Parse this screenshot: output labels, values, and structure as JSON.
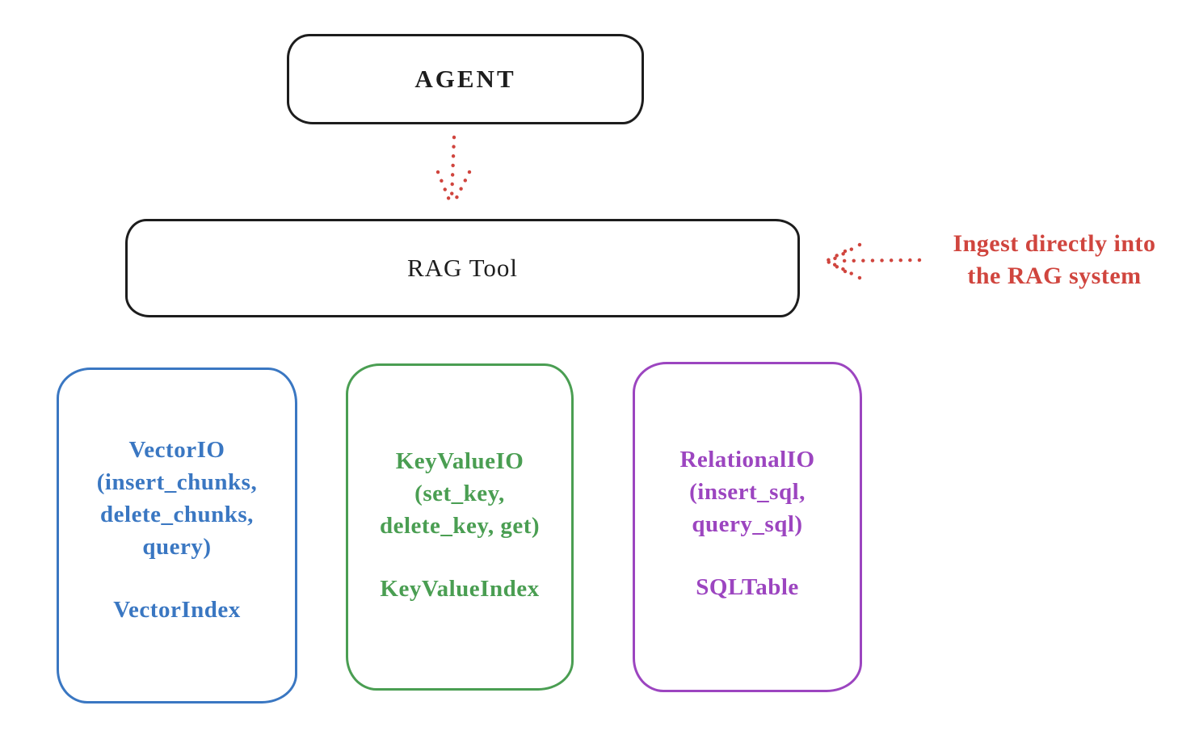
{
  "diagram": {
    "nodes": {
      "agent": {
        "label": "AGENT"
      },
      "rag_tool": {
        "label": "RAG Tool"
      },
      "vector_io": {
        "label": "VectorIO\n(insert_chunks,\ndelete_chunks,\nquery)",
        "index": "VectorIndex",
        "color": "#3a77c2"
      },
      "key_value_io": {
        "label": "KeyValueIO\n(set_key,\ndelete_key, get)",
        "index": "KeyValueIndex",
        "color": "#4a9e52"
      },
      "relational_io": {
        "label": "RelationalIO\n(insert_sql,\nquery_sql)",
        "index": "SQLTable",
        "color": "#9c45c0"
      }
    },
    "annotation": {
      "label": "Ingest directly into\nthe RAG system",
      "color": "#d0453e"
    },
    "edges": [
      {
        "from": "agent",
        "to": "rag_tool",
        "style": "dotted-arrow",
        "color": "#d0453e"
      },
      {
        "from": "annotation",
        "to": "rag_tool",
        "style": "dotted-arrow",
        "color": "#d0453e"
      }
    ],
    "colors": {
      "ink": "#1d1d1d",
      "red": "#d0453e",
      "blue": "#3a77c2",
      "green": "#4a9e52",
      "purple": "#9c45c0",
      "background": "#ffffff"
    }
  }
}
